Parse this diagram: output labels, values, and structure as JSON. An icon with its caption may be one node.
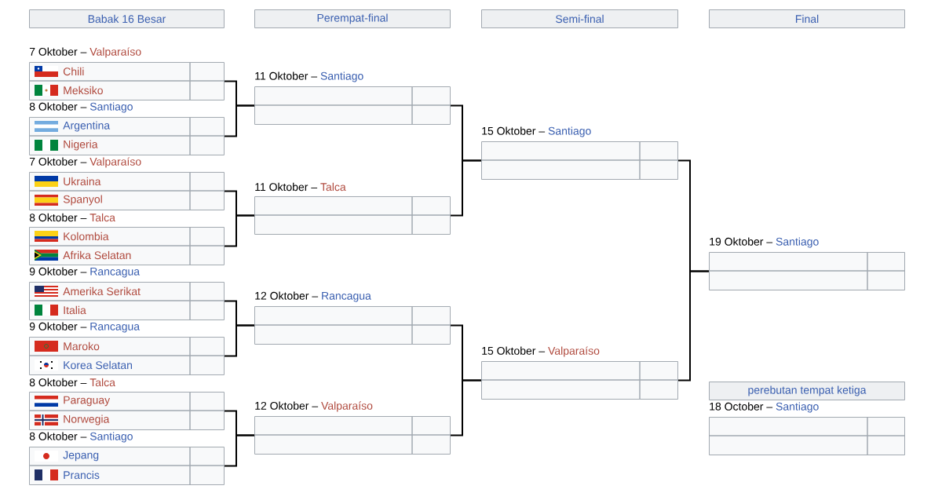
{
  "diagram": {
    "nodes": [
      {
        "text": [
          "Babak 16 Besar"
        ]
      },
      {
        "text": [
          "Perempat-final"
        ]
      },
      {
        "text": [
          "Semi-final"
        ]
      },
      {
        "text": [
          "Final"
        ]
      },
      {
        "text": [
          "7 Oktober –",
          "Valparaíso",
          "Chili",
          "Meksiko"
        ]
      },
      {
        "text": [
          "8 Oktober –",
          "Santiago",
          "Argentina",
          "Nigeria"
        ]
      },
      {
        "text": [
          "7 Oktober –",
          "Valparaíso",
          "Ukraina",
          "Spanyol"
        ]
      },
      {
        "text": [
          "8 Oktober –",
          "Talca",
          "Kolombia",
          "Afrika Selatan"
        ]
      },
      {
        "text": [
          "9 Oktober –",
          "Rancagua",
          "Amerika Serikat",
          "Italia"
        ]
      },
      {
        "text": [
          "9 Oktober –",
          "Rancagua",
          "Maroko",
          "Korea Selatan"
        ]
      },
      {
        "text": [
          "8 Oktober –",
          "Talca",
          "Paraguay",
          "Norwegia"
        ]
      },
      {
        "text": [
          "8 Oktober –",
          "Santiago",
          "Jepang",
          "Prancis"
        ]
      },
      {
        "text": [
          "11 Oktober –",
          "Santiago"
        ]
      },
      {
        "text": [
          "11 Oktober –",
          "Talca"
        ]
      },
      {
        "text": [
          "12 Oktober –",
          "Rancagua"
        ]
      },
      {
        "text": [
          "12 Oktober –",
          "Valparaíso"
        ]
      },
      {
        "text": [
          "15 Oktober –",
          "Santiago"
        ]
      },
      {
        "text": [
          "15 Oktober –",
          "Valparaíso"
        ]
      },
      {
        "text": [
          "19 Oktober –",
          "Santiago"
        ]
      },
      {
        "text": [
          "perebutan tempat ketiga"
        ]
      },
      {
        "text": [
          "18 October –",
          "Santiago"
        ]
      }
    ],
    "edges": [
      {
        "from": 4,
        "to": 12,
        "arrow": "none"
      },
      {
        "from": 5,
        "to": 12,
        "arrow": "none"
      },
      {
        "from": 6,
        "to": 13,
        "arrow": "none"
      },
      {
        "from": 7,
        "to": 13,
        "arrow": "none"
      },
      {
        "from": 8,
        "to": 14,
        "arrow": "none"
      },
      {
        "from": 9,
        "to": 14,
        "arrow": "none"
      },
      {
        "from": 10,
        "to": 15,
        "arrow": "none"
      },
      {
        "from": 11,
        "to": 15,
        "arrow": "none"
      },
      {
        "from": 12,
        "to": 16,
        "arrow": "none"
      },
      {
        "from": 13,
        "to": 16,
        "arrow": "none"
      },
      {
        "from": 14,
        "to": 17,
        "arrow": "none"
      },
      {
        "from": 15,
        "to": 17,
        "arrow": "none"
      },
      {
        "from": 16,
        "to": 18,
        "arrow": "none"
      },
      {
        "from": 17,
        "to": 18,
        "arrow": "none"
      }
    ]
  }
}
